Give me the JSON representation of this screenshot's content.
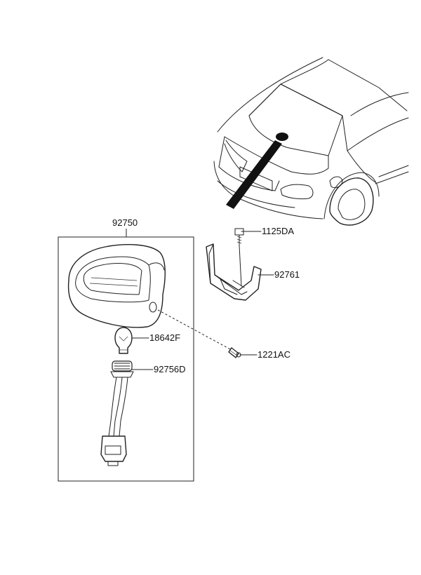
{
  "parts": {
    "p92750": "92750",
    "p1125DA": "1125DA",
    "p92761": "92761",
    "p18642F": "18642F",
    "p1221AC": "1221AC",
    "p92756D": "92756D"
  }
}
